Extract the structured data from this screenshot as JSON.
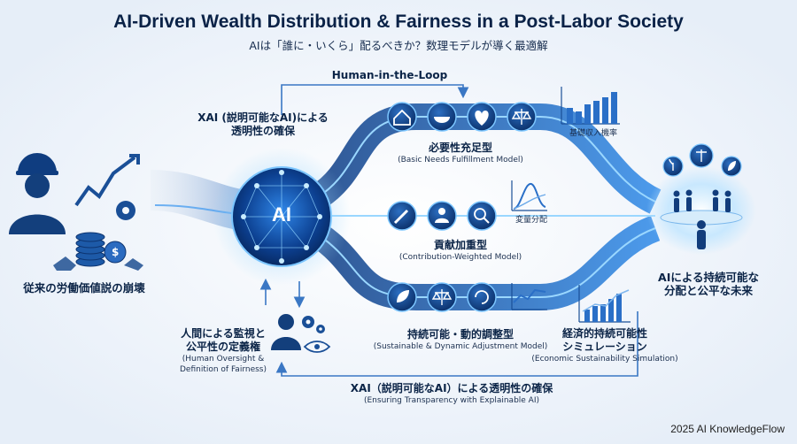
{
  "header": {
    "title": "AI-Driven Wealth Distribution & Fairness in a Post-Labor Society",
    "subtitle": "AIは「誰に・いくら」配るべきか？数理モデルが導く最適解"
  },
  "left": {
    "label": "従来の労働価値説の崩壊"
  },
  "top_loop": {
    "label": "Human-in-the-Loop"
  },
  "xai_top": {
    "line1": "XAI (説明可能なAI)による",
    "line2": "透明性の確保"
  },
  "ai_core": {
    "label": "AI"
  },
  "human": {
    "line1": "人間による監視と",
    "line2": "公平性の定義権",
    "en1": "(Human Oversight &",
    "en2": "Definition of Fairness)"
  },
  "models": [
    {
      "label": "必要性充足型",
      "en": "(Basic Needs Fulfillment Model)"
    },
    {
      "label": "貢献加重型",
      "en": "(Contribution-Weighted Model)"
    },
    {
      "label": "持続可能・動的調整型",
      "en": "(Sustainable & Dynamic Adjustment Model)"
    }
  ],
  "charts": {
    "basic_income": "基礎収入機率",
    "variable": "変量分配",
    "sim_line1": "経済的持続可能性",
    "sim_line2": "シミュレーション",
    "sim_en": "(Economic Sustainability Simulation)"
  },
  "right": {
    "line1": "AIによる持続可能な",
    "line2": "分配と公平な未来"
  },
  "bottom_loop": {
    "label": "XAI（説明可能なAI）による透明性の確保",
    "en": "(Ensuring Transparency with Explainable AI)"
  },
  "footer": {
    "credit": "2025 AI KnowledgeFlow"
  },
  "colors": {
    "primary": "#0b3a78",
    "accent": "#2a7de1",
    "glow": "#8fd3ff",
    "bg": "#f4f8fd"
  }
}
